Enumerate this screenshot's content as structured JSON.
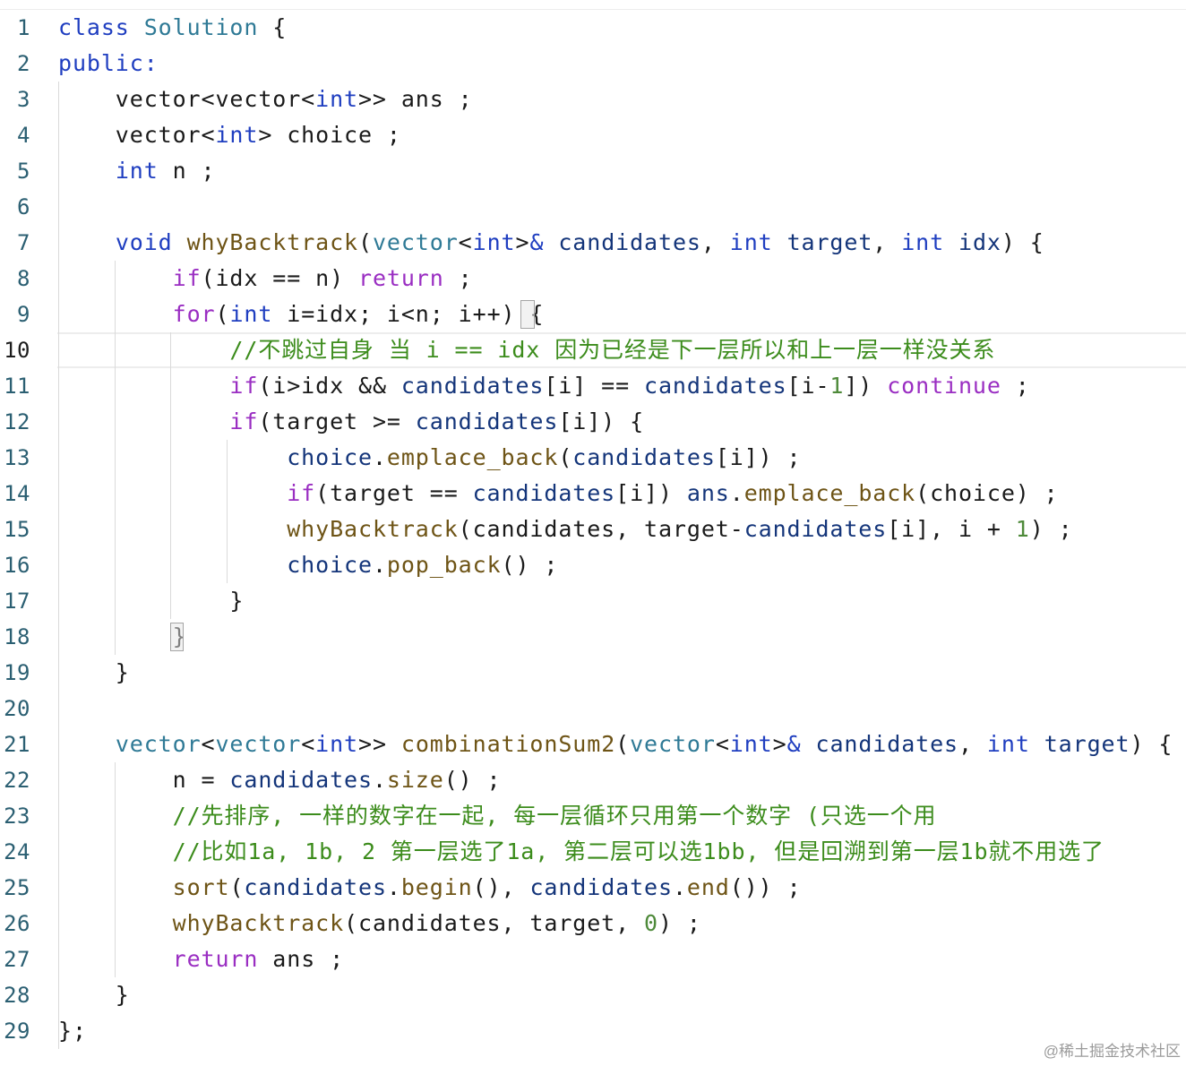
{
  "palette": {
    "p": "#1a1a1a",
    "k": "#1f3ec0",
    "t": "#2f7a96",
    "f": "#6e5416",
    "v": "#14357a",
    "c": "#9a2ec2",
    "g": "#3c8c1c",
    "n": "#4e8a3a"
  },
  "editor": {
    "lines": [
      {
        "n": "1",
        "tokens": [
          [
            "k",
            "class"
          ],
          [
            "p",
            " "
          ],
          [
            "t",
            "Solution"
          ],
          [
            "p",
            " {"
          ]
        ]
      },
      {
        "n": "2",
        "tokens": [
          [
            "k",
            "public:"
          ]
        ]
      },
      {
        "n": "3",
        "tokens": [
          [
            "p",
            "    vector<vector<"
          ],
          [
            "k",
            "int"
          ],
          [
            "p",
            ">> ans ;"
          ]
        ]
      },
      {
        "n": "4",
        "tokens": [
          [
            "p",
            "    vector<"
          ],
          [
            "k",
            "int"
          ],
          [
            "p",
            "> choice ;"
          ]
        ]
      },
      {
        "n": "5",
        "tokens": [
          [
            "p",
            "    "
          ],
          [
            "k",
            "int"
          ],
          [
            "p",
            " n ;"
          ]
        ]
      },
      {
        "n": "6",
        "tokens": []
      },
      {
        "n": "7",
        "tokens": [
          [
            "p",
            "    "
          ],
          [
            "k",
            "void"
          ],
          [
            "p",
            " "
          ],
          [
            "f",
            "whyBacktrack"
          ],
          [
            "p",
            "("
          ],
          [
            "t",
            "vector"
          ],
          [
            "p",
            "<"
          ],
          [
            "k",
            "int"
          ],
          [
            "p",
            ">"
          ],
          [
            "k",
            "&"
          ],
          [
            "p",
            " "
          ],
          [
            "v",
            "candidates"
          ],
          [
            "p",
            ", "
          ],
          [
            "k",
            "int"
          ],
          [
            "p",
            " "
          ],
          [
            "v",
            "target"
          ],
          [
            "p",
            ", "
          ],
          [
            "k",
            "int"
          ],
          [
            "p",
            " "
          ],
          [
            "v",
            "idx"
          ],
          [
            "p",
            ") {"
          ]
        ]
      },
      {
        "n": "8",
        "tokens": [
          [
            "p",
            "        "
          ],
          [
            "c",
            "if"
          ],
          [
            "p",
            "(idx == n) "
          ],
          [
            "c",
            "return"
          ],
          [
            "p",
            " ;"
          ]
        ]
      },
      {
        "n": "9",
        "tokens": [
          [
            "p",
            "        "
          ],
          [
            "c",
            "for"
          ],
          [
            "p",
            "("
          ],
          [
            "k",
            "int"
          ],
          [
            "p",
            " i=idx; i<n; i++) {"
          ]
        ]
      },
      {
        "n": "10",
        "current": true,
        "tokens": [
          [
            "p",
            "            "
          ],
          [
            "g",
            "//不跳过自身 当 i == idx 因为已经是下一层所以和上一层一样没关系"
          ]
        ]
      },
      {
        "n": "11",
        "tokens": [
          [
            "p",
            "            "
          ],
          [
            "c",
            "if"
          ],
          [
            "p",
            "(i>idx && "
          ],
          [
            "v",
            "candidates"
          ],
          [
            "p",
            "[i] == "
          ],
          [
            "v",
            "candidates"
          ],
          [
            "p",
            "[i-"
          ],
          [
            "n",
            "1"
          ],
          [
            "p",
            "]) "
          ],
          [
            "c",
            "continue"
          ],
          [
            "p",
            " ;"
          ]
        ]
      },
      {
        "n": "12",
        "tokens": [
          [
            "p",
            "            "
          ],
          [
            "c",
            "if"
          ],
          [
            "p",
            "(target >= "
          ],
          [
            "v",
            "candidates"
          ],
          [
            "p",
            "[i]) {"
          ]
        ]
      },
      {
        "n": "13",
        "tokens": [
          [
            "p",
            "                "
          ],
          [
            "v",
            "choice"
          ],
          [
            "p",
            "."
          ],
          [
            "f",
            "emplace_back"
          ],
          [
            "p",
            "("
          ],
          [
            "v",
            "candidates"
          ],
          [
            "p",
            "[i]) ;"
          ]
        ]
      },
      {
        "n": "14",
        "tokens": [
          [
            "p",
            "                "
          ],
          [
            "c",
            "if"
          ],
          [
            "p",
            "(target == "
          ],
          [
            "v",
            "candidates"
          ],
          [
            "p",
            "[i]) "
          ],
          [
            "v",
            "ans"
          ],
          [
            "p",
            "."
          ],
          [
            "f",
            "emplace_back"
          ],
          [
            "p",
            "(choice) ;"
          ]
        ]
      },
      {
        "n": "15",
        "tokens": [
          [
            "p",
            "                "
          ],
          [
            "f",
            "whyBacktrack"
          ],
          [
            "p",
            "(candidates, target-"
          ],
          [
            "v",
            "candidates"
          ],
          [
            "p",
            "[i], i + "
          ],
          [
            "n",
            "1"
          ],
          [
            "p",
            ") ;"
          ]
        ]
      },
      {
        "n": "16",
        "tokens": [
          [
            "p",
            "                "
          ],
          [
            "v",
            "choice"
          ],
          [
            "p",
            "."
          ],
          [
            "f",
            "pop_back"
          ],
          [
            "p",
            "() ;"
          ]
        ]
      },
      {
        "n": "17",
        "tokens": [
          [
            "p",
            "            }"
          ]
        ]
      },
      {
        "n": "18",
        "tokens": [
          [
            "p",
            "        }"
          ]
        ]
      },
      {
        "n": "19",
        "tokens": [
          [
            "p",
            "    }"
          ]
        ]
      },
      {
        "n": "20",
        "tokens": []
      },
      {
        "n": "21",
        "tokens": [
          [
            "p",
            "    "
          ],
          [
            "t",
            "vector"
          ],
          [
            "p",
            "<"
          ],
          [
            "t",
            "vector"
          ],
          [
            "p",
            "<"
          ],
          [
            "k",
            "int"
          ],
          [
            "p",
            ">> "
          ],
          [
            "f",
            "combinationSum2"
          ],
          [
            "p",
            "("
          ],
          [
            "t",
            "vector"
          ],
          [
            "p",
            "<"
          ],
          [
            "k",
            "int"
          ],
          [
            "p",
            ">"
          ],
          [
            "k",
            "&"
          ],
          [
            "p",
            " "
          ],
          [
            "v",
            "candidates"
          ],
          [
            "p",
            ", "
          ],
          [
            "k",
            "int"
          ],
          [
            "p",
            " "
          ],
          [
            "v",
            "target"
          ],
          [
            "p",
            ") {"
          ]
        ]
      },
      {
        "n": "22",
        "tokens": [
          [
            "p",
            "        n = "
          ],
          [
            "v",
            "candidates"
          ],
          [
            "p",
            "."
          ],
          [
            "f",
            "size"
          ],
          [
            "p",
            "() ;"
          ]
        ]
      },
      {
        "n": "23",
        "tokens": [
          [
            "p",
            "        "
          ],
          [
            "g",
            "//先排序, 一样的数字在一起, 每一层循环只用第一个数字 (只选一个用"
          ]
        ]
      },
      {
        "n": "24",
        "tokens": [
          [
            "p",
            "        "
          ],
          [
            "g",
            "//比如1a, 1b, 2 第一层选了1a, 第二层可以选1bb, 但是回溯到第一层1b就不用选了"
          ]
        ]
      },
      {
        "n": "25",
        "tokens": [
          [
            "p",
            "        "
          ],
          [
            "f",
            "sort"
          ],
          [
            "p",
            "("
          ],
          [
            "v",
            "candidates"
          ],
          [
            "p",
            "."
          ],
          [
            "f",
            "begin"
          ],
          [
            "p",
            "(), "
          ],
          [
            "v",
            "candidates"
          ],
          [
            "p",
            "."
          ],
          [
            "f",
            "end"
          ],
          [
            "p",
            "()) ;"
          ]
        ]
      },
      {
        "n": "26",
        "tokens": [
          [
            "p",
            "        "
          ],
          [
            "f",
            "whyBacktrack"
          ],
          [
            "p",
            "(candidates, target, "
          ],
          [
            "n",
            "0"
          ],
          [
            "p",
            ") ;"
          ]
        ]
      },
      {
        "n": "27",
        "tokens": [
          [
            "p",
            "        "
          ],
          [
            "c",
            "return"
          ],
          [
            "p",
            " ans ;"
          ]
        ]
      },
      {
        "n": "28",
        "tokens": [
          [
            "p",
            "    }"
          ]
        ]
      },
      {
        "n": "29",
        "tokens": [
          [
            "p",
            "};"
          ]
        ]
      }
    ]
  },
  "watermark": "@稀土掘金技术社区"
}
